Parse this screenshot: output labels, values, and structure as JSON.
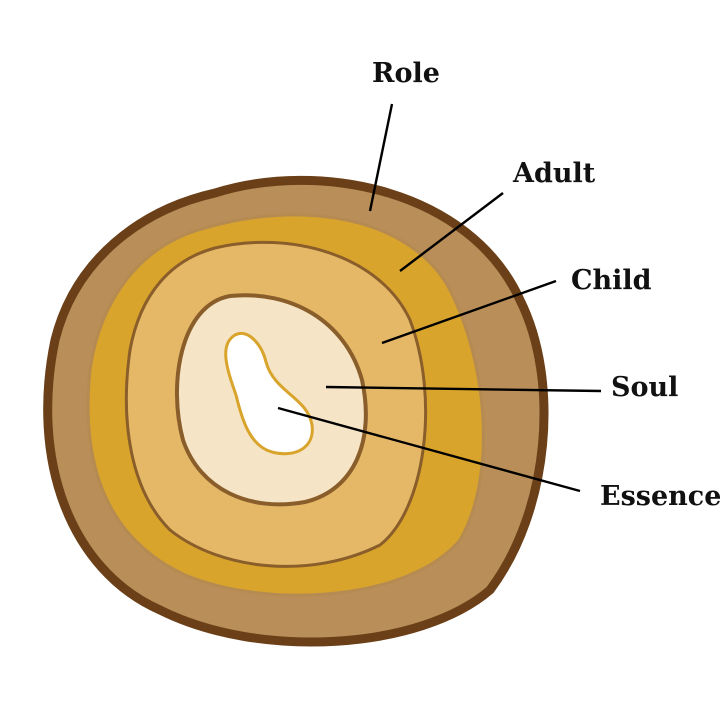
{
  "layers": [
    {
      "id": "role",
      "label": "Role",
      "color": "#b98e58",
      "outline": "#6b4018"
    },
    {
      "id": "adult",
      "label": "Adult",
      "color": "#d9a42b",
      "outline": "#b68b52"
    },
    {
      "id": "child",
      "label": "Child",
      "color": "#e5b868",
      "outline": "#8a5e2a"
    },
    {
      "id": "soul",
      "label": "Soul",
      "color": "#f5e4c5",
      "outline": "#8a5e2a"
    },
    {
      "id": "essence",
      "label": "Essence",
      "color": "#ffffff",
      "outline": "#d9a42b"
    }
  ]
}
